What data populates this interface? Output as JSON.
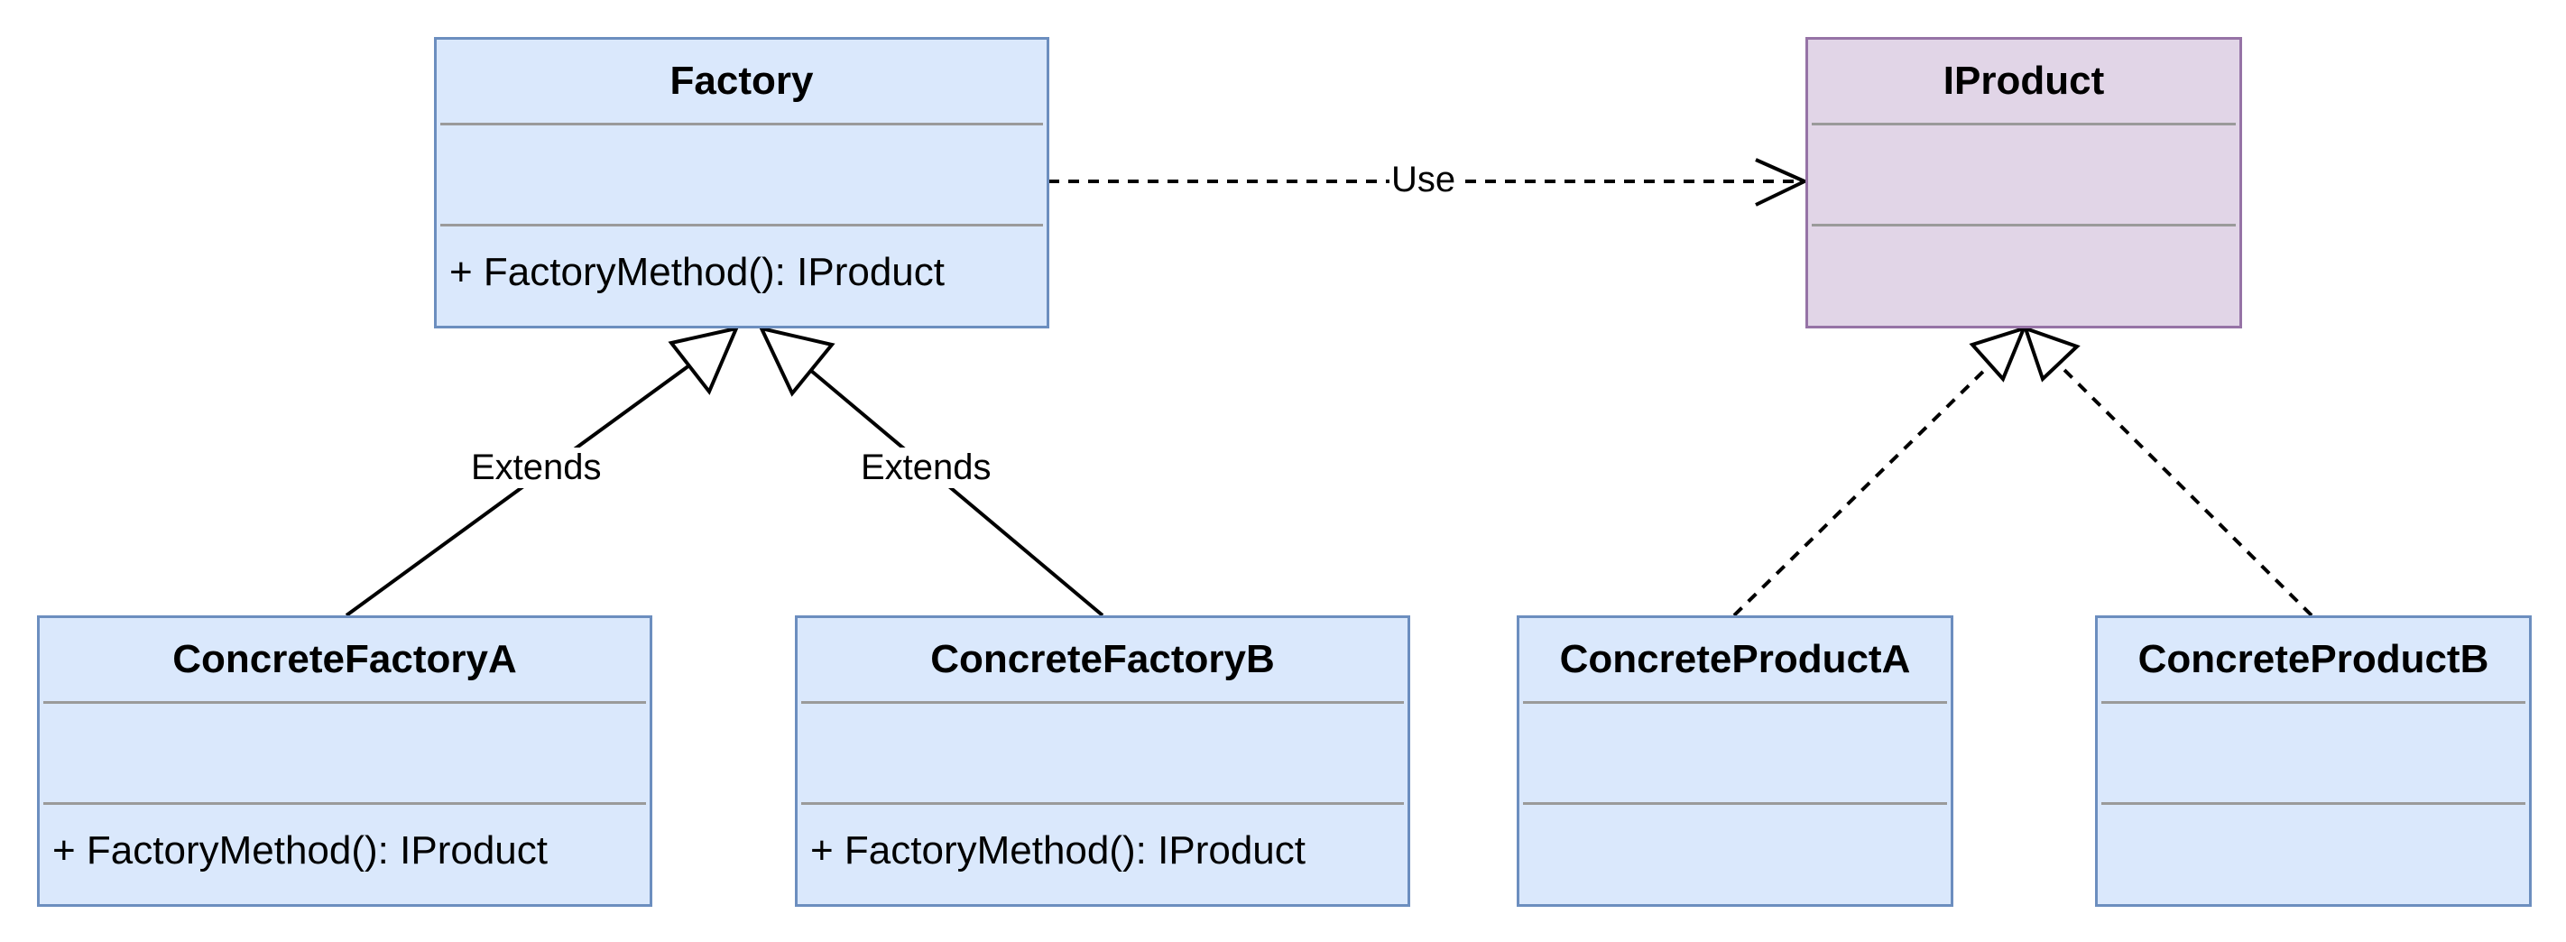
{
  "classes": {
    "factory": {
      "name": "Factory",
      "method": "+ FactoryMethod(): IProduct"
    },
    "iproduct": {
      "name": "IProduct"
    },
    "factory_a": {
      "name": "ConcreteFactoryA",
      "method": "+ FactoryMethod(): IProduct"
    },
    "factory_b": {
      "name": "ConcreteFactoryB",
      "method": "+ FactoryMethod(): IProduct"
    },
    "product_a": {
      "name": "ConcreteProductA"
    },
    "product_b": {
      "name": "ConcreteProductB"
    }
  },
  "relations": {
    "use_label": "Use",
    "extends_a_label": "Extends",
    "extends_b_label": "Extends"
  },
  "colors": {
    "class_fill": "#dae8fc",
    "class_stroke": "#6c8ebf",
    "interface_fill": "#e1d5e7",
    "interface_stroke": "#9673a6",
    "divider": "#9a9a9a",
    "edge": "#000000"
  }
}
